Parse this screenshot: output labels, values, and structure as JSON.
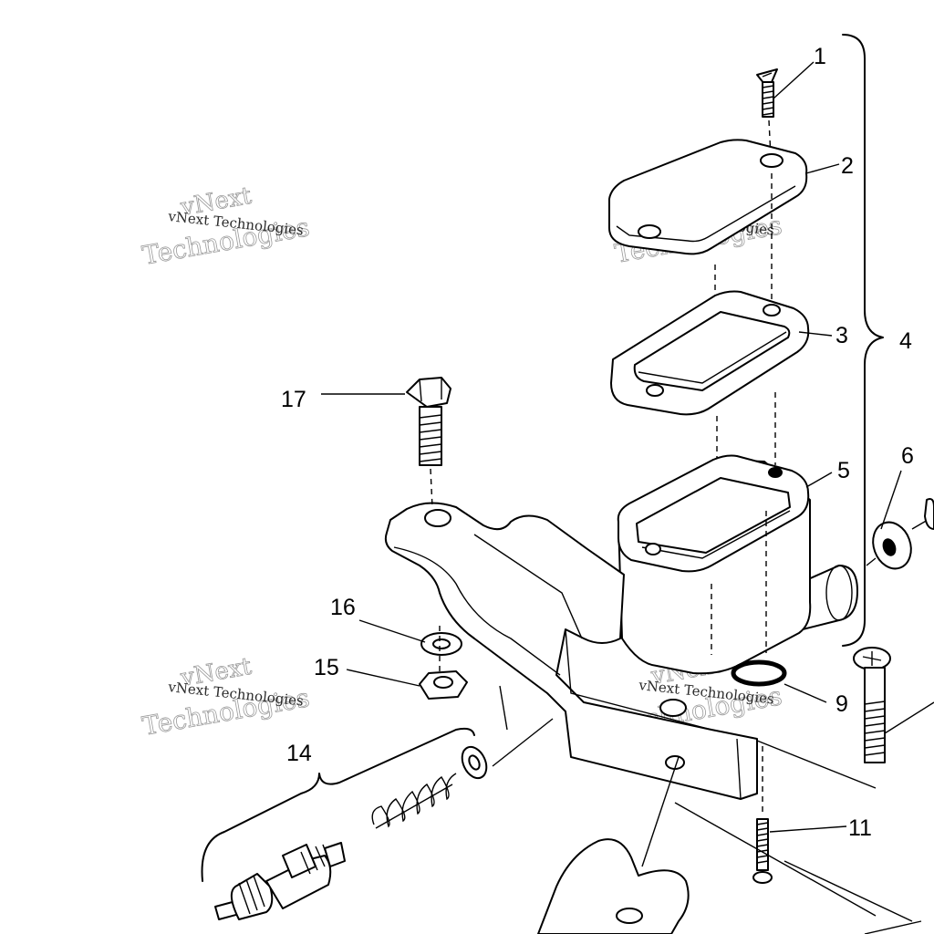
{
  "callouts": {
    "c1": "1",
    "c2": "2",
    "c3": "3",
    "c4": "4",
    "c5": "5",
    "c6": "6",
    "c9": "9",
    "c11": "11",
    "c14": "14",
    "c15": "15",
    "c16": "16",
    "c17": "17"
  },
  "watermark": {
    "line_a": "vNext",
    "line_b": "Technologies",
    "caption": "vNext Technologies"
  }
}
